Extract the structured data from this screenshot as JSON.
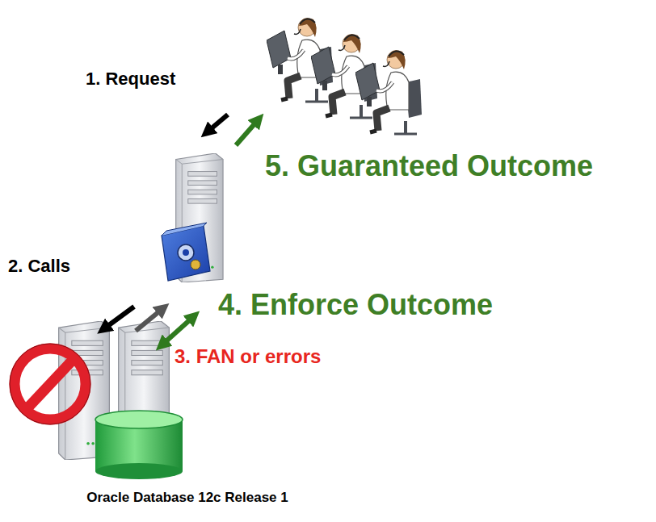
{
  "diagram": {
    "labels": [
      "1. Request",
      "5. Guaranteed Outcome",
      "2. Calls",
      "4. Enforce Outcome",
      "3. FAN or errors",
      "Oracle Database 12c Release 1"
    ]
  }
}
